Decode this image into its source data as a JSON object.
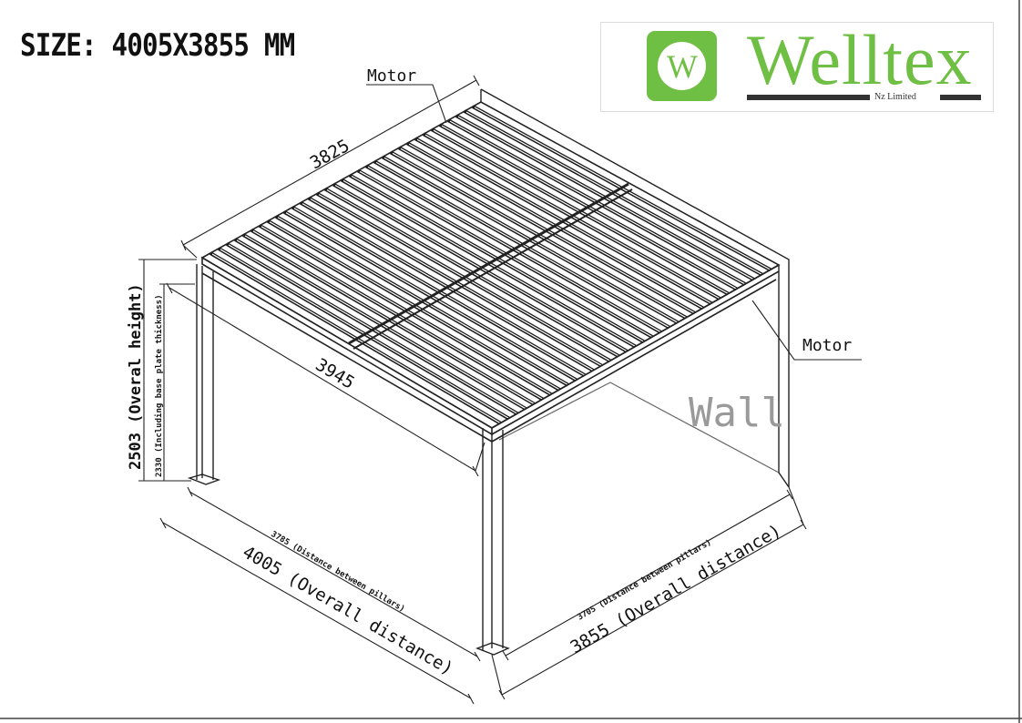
{
  "title": "SIZE: 4005X3855 MM",
  "logo": {
    "mark": "W",
    "name": "Welltex",
    "subtitle": "Nz Limited",
    "brand_color": "#6fbf44"
  },
  "labels": {
    "motor_top": "Motor",
    "motor_right": "Motor",
    "wall": "Wall",
    "depth_top": "3825",
    "length_mid": "3945",
    "overall_height": "2503 (Overal height)",
    "post_height": "2330 (Including base plate thickness)",
    "pillar_left": "3785 (Distance between pillars)",
    "overall_left": "4005 (Overall distance)",
    "pillar_right": "3705 (Distance between pillars)",
    "overall_right": "3855 (Overall distance)"
  }
}
